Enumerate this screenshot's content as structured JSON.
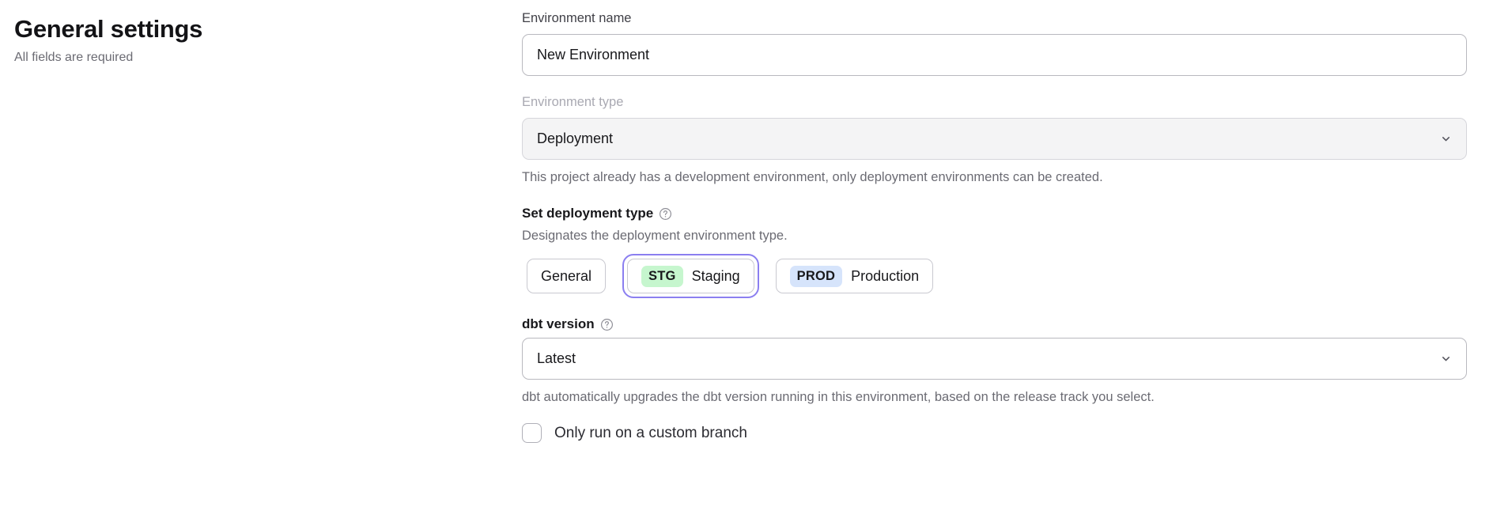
{
  "header": {
    "title": "General settings",
    "subtitle": "All fields are required"
  },
  "form": {
    "environment_name": {
      "label": "Environment name",
      "value": "New Environment",
      "placeholder": "Environment name"
    },
    "environment_type": {
      "label": "Environment type",
      "value": "Deployment",
      "disabled": true,
      "helper": "This project already has a development environment, only deployment environments can be created.",
      "chevron_icon": "chevron-down-icon"
    },
    "deployment_type": {
      "label": "Set deployment type",
      "help_icon": "help-circle-icon",
      "description": "Designates the deployment environment type.",
      "selected": "Staging",
      "options": [
        {
          "id": "general",
          "badge": "",
          "label": "General",
          "badge_color": ""
        },
        {
          "id": "staging",
          "badge": "STG",
          "label": "Staging",
          "badge_color": "#c6f6ce"
        },
        {
          "id": "production",
          "badge": "PROD",
          "label": "Production",
          "badge_color": "#d6e4fb"
        }
      ],
      "focus_ring_color": "#8b7ff0"
    },
    "dbt_version": {
      "label": "dbt version",
      "help_icon": "help-circle-icon",
      "value": "Latest",
      "helper": "dbt automatically upgrades the dbt version running in this environment, based on the release track you select.",
      "chevron_icon": "chevron-down-icon"
    },
    "custom_branch": {
      "label": "Only run on a custom branch",
      "checked": false
    }
  }
}
